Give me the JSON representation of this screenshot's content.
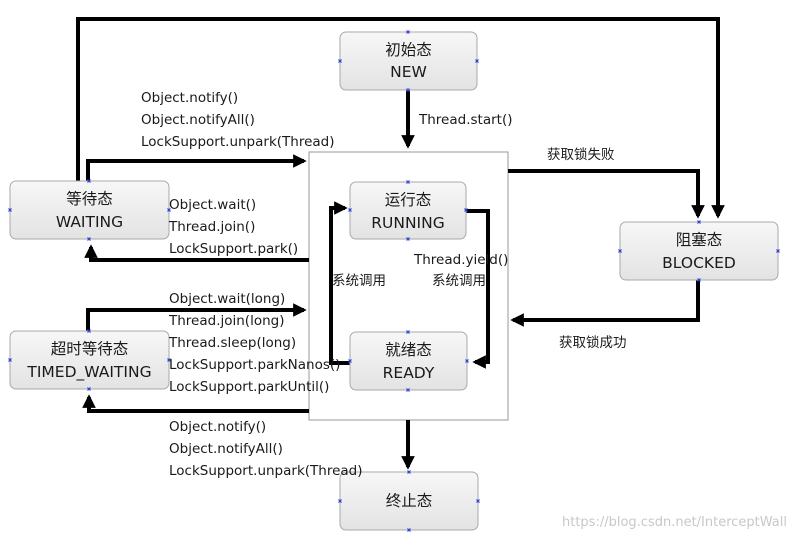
{
  "states": {
    "new": {
      "line1": "初始态",
      "line2": "NEW"
    },
    "running": {
      "line1": "运行态",
      "line2": "RUNNING"
    },
    "ready": {
      "line1": "就绪态",
      "line2": "READY"
    },
    "waiting": {
      "line1": "等待态",
      "line2": "WAITING"
    },
    "timed_waiting": {
      "line1": "超时等待态",
      "line2": "TIMED_WAITING"
    },
    "blocked": {
      "line1": "阻塞态",
      "line2": "BLOCKED"
    },
    "terminated": {
      "line1": "终止态"
    }
  },
  "labels": {
    "start": "Thread.start()",
    "notify_to_runnable": [
      "Object.notify()",
      "Object.notifyAll()",
      "LockSupport.unpark(Thread)"
    ],
    "to_waiting": [
      "Object.wait()",
      "Thread.join()",
      "LockSupport.park()"
    ],
    "to_timed_waiting": [
      "Object.wait(long)",
      "Thread.join(long)",
      "Thread.sleep(long)",
      "LockSupport.parkNanos()",
      "LockSupport.parkUntil()"
    ],
    "timed_notify": [
      "Object.notify()",
      "Object.notifyAll()",
      "LockSupport.unpark(Thread)"
    ],
    "yield": "Thread.yield()",
    "sys_call_left": "系统调用",
    "sys_call_right": "系统调用",
    "lock_fail": "获取锁失败",
    "lock_success": "获取锁成功"
  },
  "watermark": "https://blog.csdn.net/InterceptWall"
}
